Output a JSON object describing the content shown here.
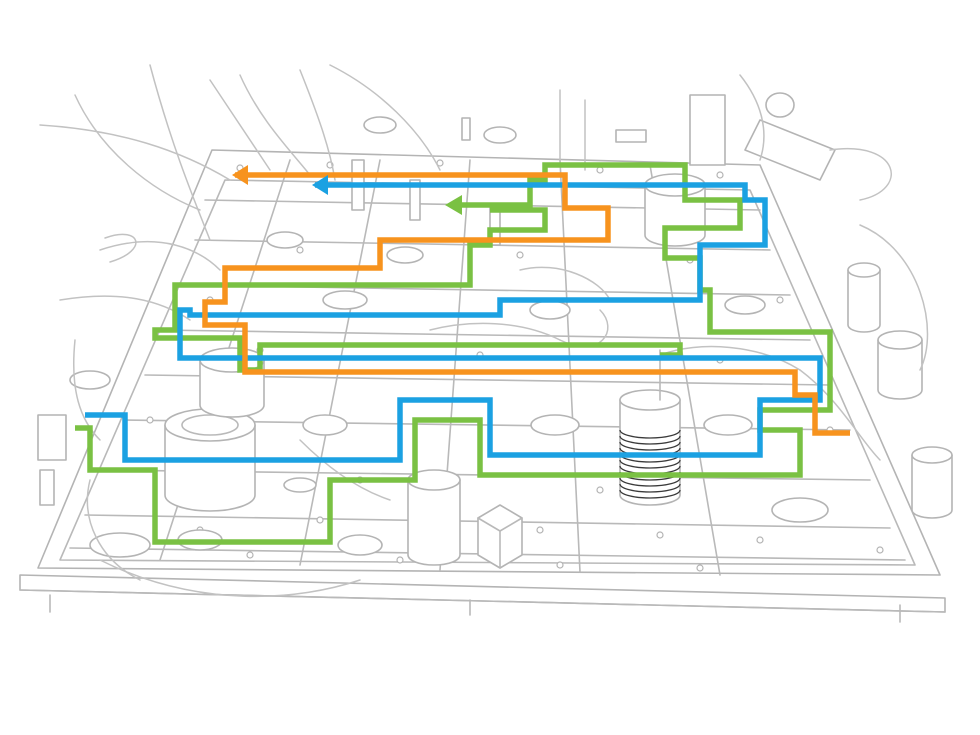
{
  "figure": {
    "kind": "isometric hardware line illustration",
    "colors": {
      "background": "#ffffff",
      "hardware_outline": "#b9b9b9",
      "coil_detail": "#3a3a3a"
    }
  },
  "signal_paths": [
    {
      "id": "orange",
      "color": "#f7931e",
      "arrow": "left"
    },
    {
      "id": "blue",
      "color": "#1ba1e2",
      "arrow": "left"
    },
    {
      "id": "green",
      "color": "#7ac143",
      "arrow": "left"
    }
  ],
  "icons": [
    "arrow-left-icon"
  ]
}
